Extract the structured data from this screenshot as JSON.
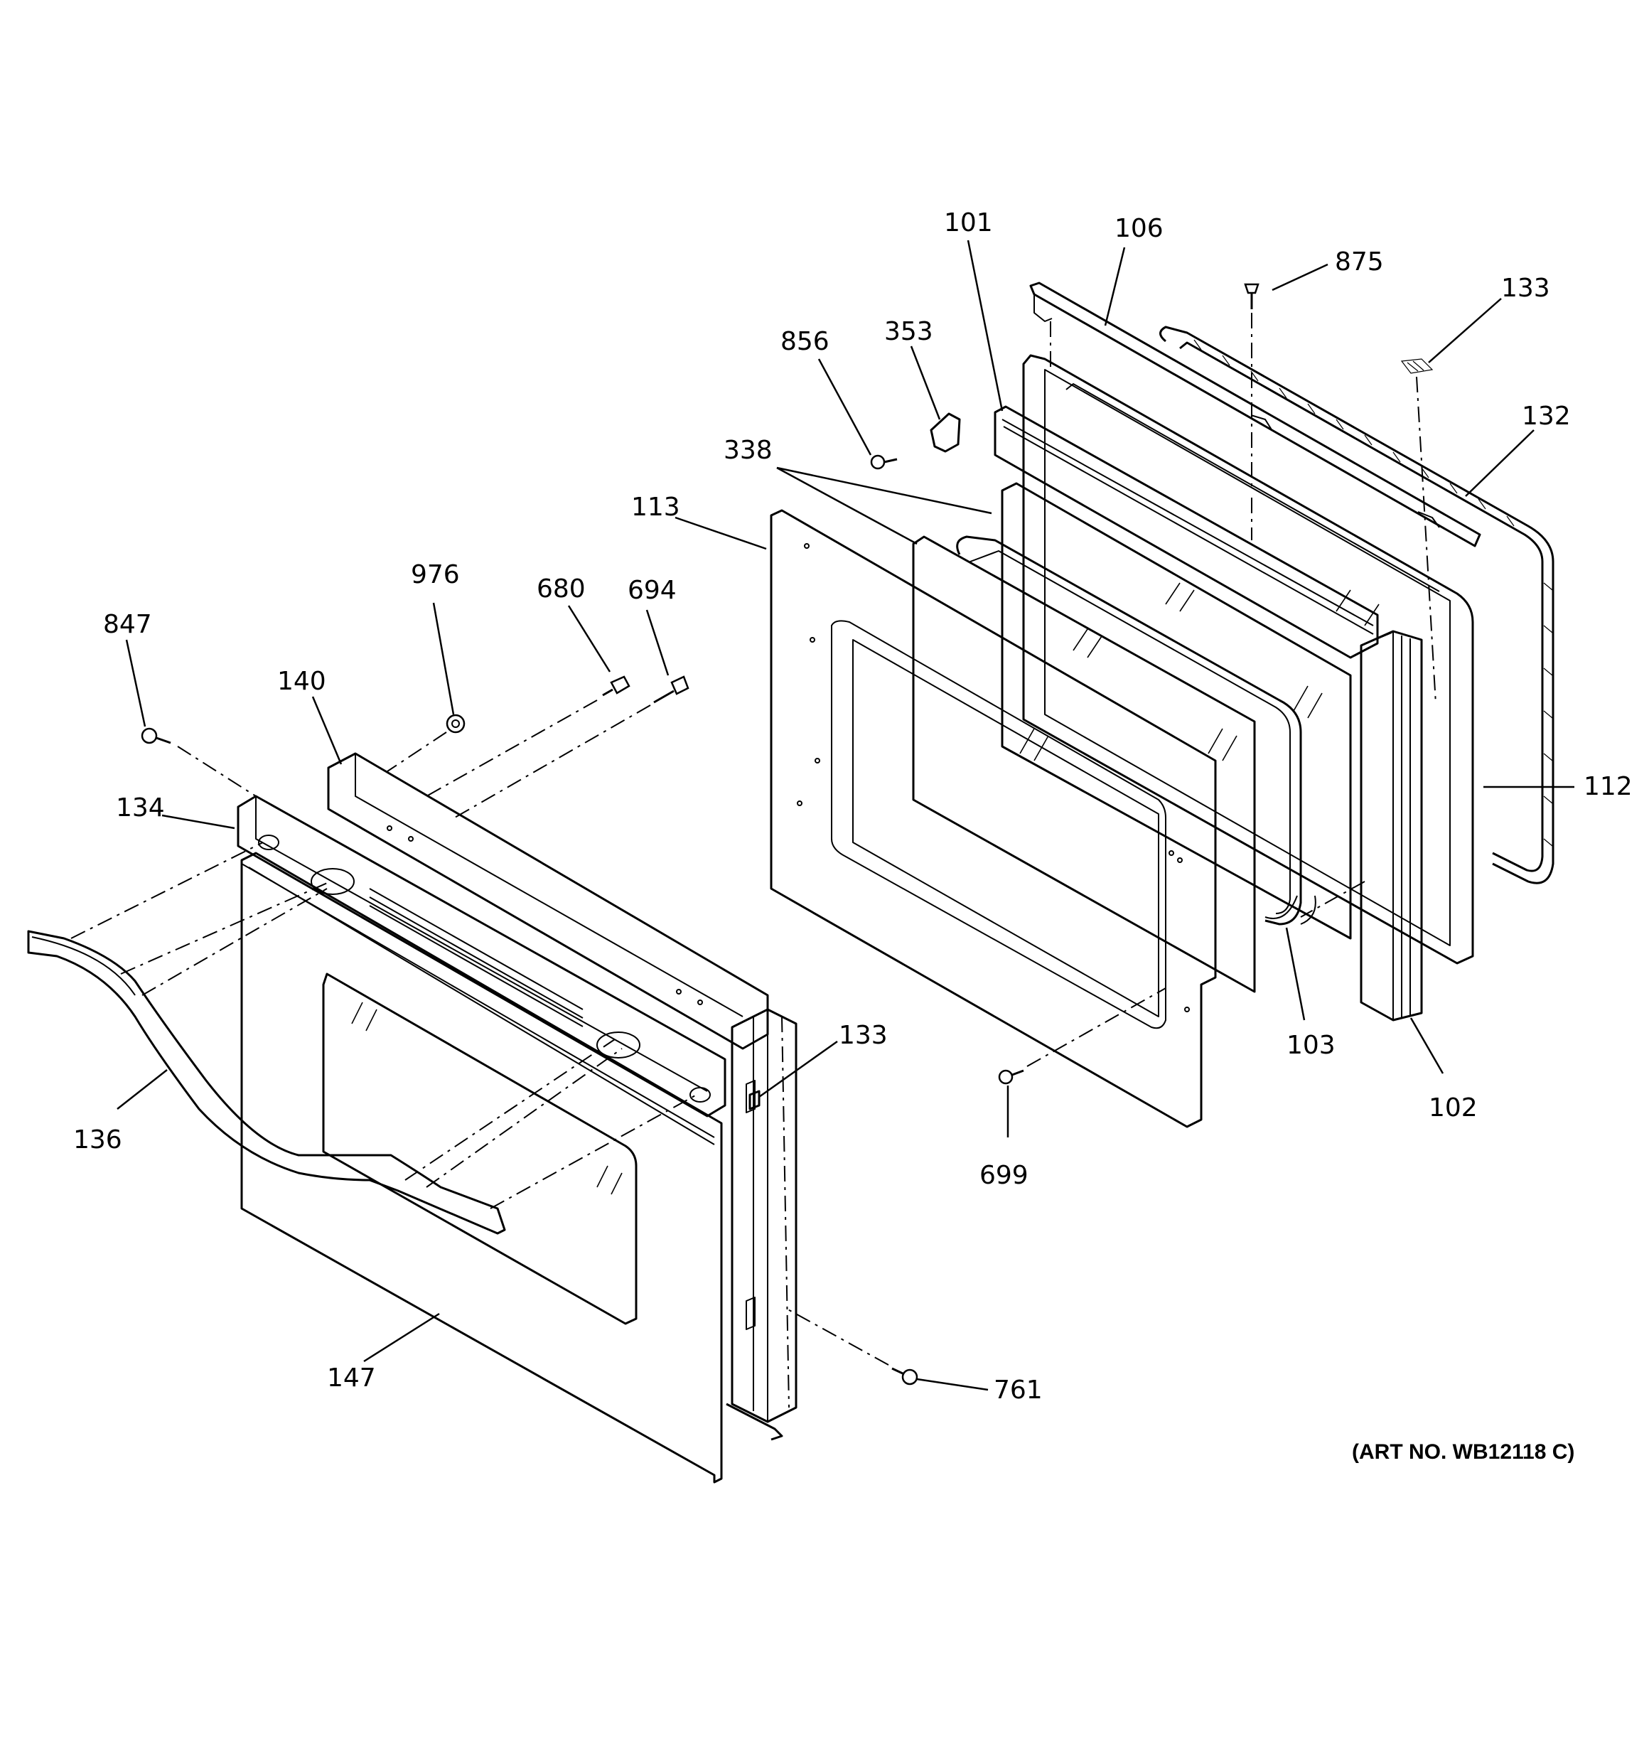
{
  "parts": [
    {
      "id": "p101",
      "label": "101"
    },
    {
      "id": "p106",
      "label": "106"
    },
    {
      "id": "p875",
      "label": "875"
    },
    {
      "id": "p133a",
      "label": "133"
    },
    {
      "id": "p856",
      "label": "856"
    },
    {
      "id": "p353",
      "label": "353"
    },
    {
      "id": "p132",
      "label": "132"
    },
    {
      "id": "p338",
      "label": "338"
    },
    {
      "id": "p113",
      "label": "113"
    },
    {
      "id": "p976",
      "label": "976"
    },
    {
      "id": "p680",
      "label": "680"
    },
    {
      "id": "p694",
      "label": "694"
    },
    {
      "id": "p847",
      "label": "847"
    },
    {
      "id": "p140",
      "label": "140"
    },
    {
      "id": "p112",
      "label": "112"
    },
    {
      "id": "p134",
      "label": "134"
    },
    {
      "id": "p133b",
      "label": "133"
    },
    {
      "id": "p103",
      "label": "103"
    },
    {
      "id": "p136",
      "label": "136"
    },
    {
      "id": "p102",
      "label": "102"
    },
    {
      "id": "p699",
      "label": "699"
    },
    {
      "id": "p761",
      "label": "761"
    },
    {
      "id": "p147",
      "label": "147"
    }
  ],
  "art_number": "(ART NO. WB12118 C)"
}
